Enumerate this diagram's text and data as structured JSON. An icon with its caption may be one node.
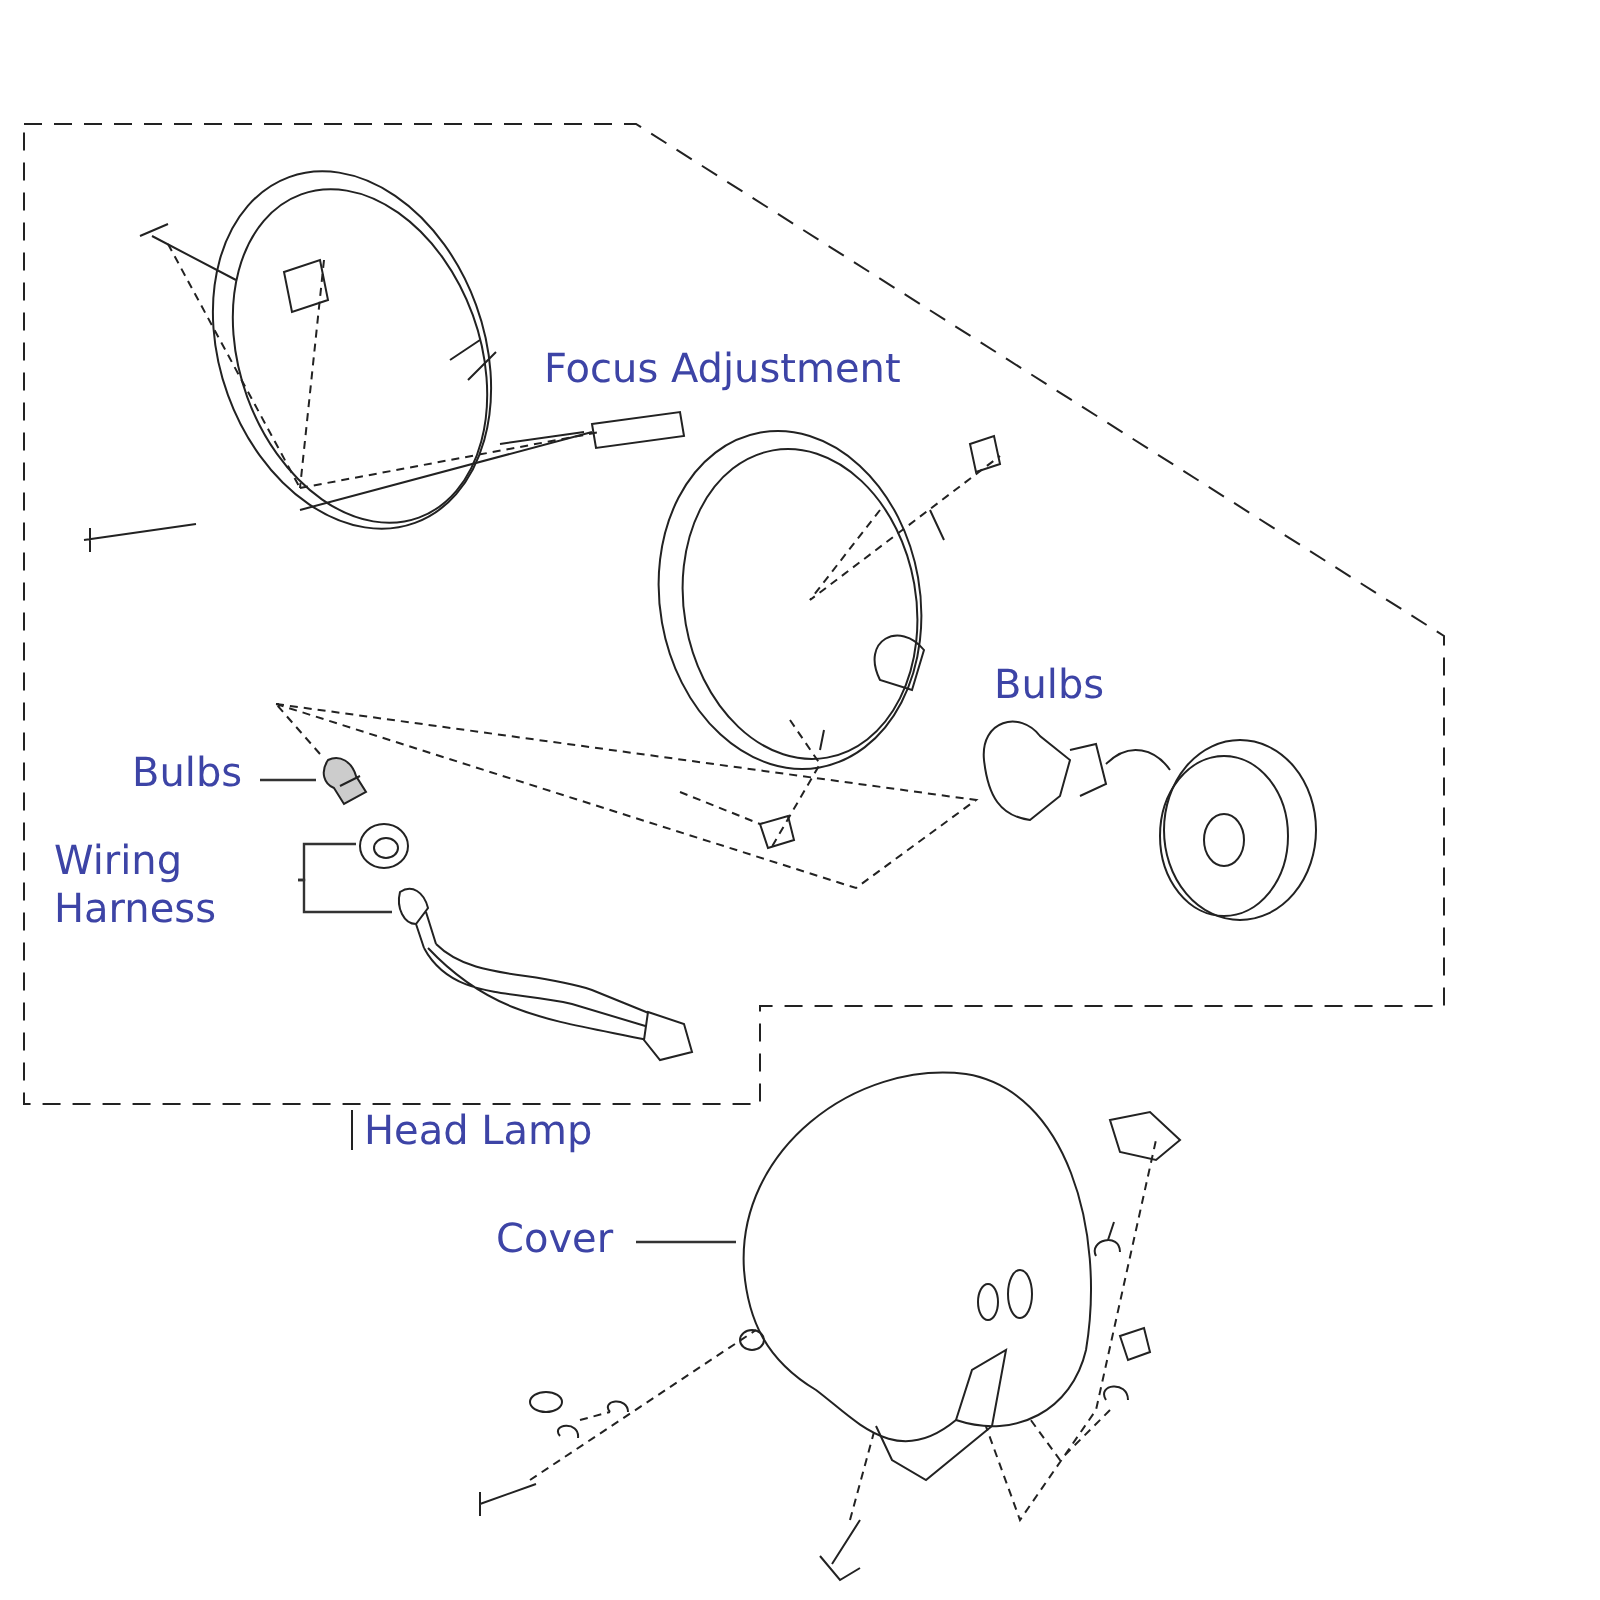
{
  "diagram": {
    "nodes": [
      {
        "text": [
          "Head Lamp"
        ]
      },
      {
        "text": [
          "Bulbs"
        ],
        "in": 0
      },
      {
        "text": [],
        "shape": "picture",
        "in": 0
      },
      {
        "text": [
          "Wiring Harness"
        ],
        "in": 0
      },
      {
        "text": [],
        "shape": "picture",
        "in": 0
      },
      {
        "text": [],
        "shape": "picture",
        "in": 0
      },
      {
        "text": [
          "Cover"
        ]
      },
      {
        "text": [],
        "shape": "picture"
      }
    ],
    "edges": [
      {
        "from": 1,
        "to": 2,
        "arrow": "none"
      },
      {
        "from": 3,
        "to": 4,
        "arrow": "none"
      },
      {
        "from": 3,
        "to": 5,
        "arrow": "none"
      },
      {
        "from": 6,
        "to": 7,
        "arrow": "none"
      }
    ],
    "labels": [
      "Focus Adjustment",
      "Bulbs"
    ]
  }
}
